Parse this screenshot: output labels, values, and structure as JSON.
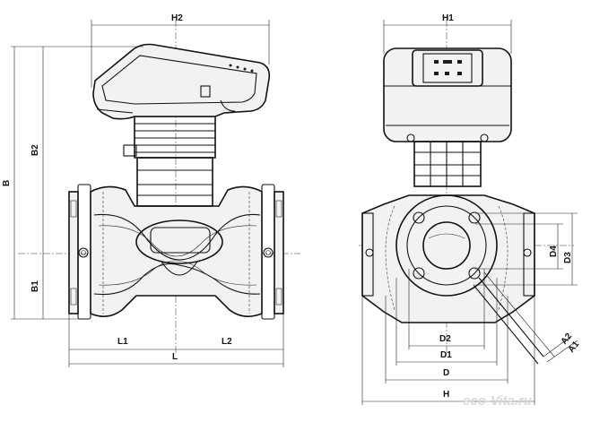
{
  "dimensions": {
    "side_view": {
      "top": "H2",
      "vertical_outer": "B",
      "vertical_upper": "B2",
      "vertical_lower": "B1",
      "bottom_left": "L1",
      "bottom_right": "L2",
      "bottom_total": "L"
    },
    "front_view": {
      "top": "H1",
      "right_outer": "D3",
      "right_inner": "D4",
      "inner_bottom": "D2",
      "mid_bottom": "D1",
      "outer_bottom": "D",
      "total_bottom": "H",
      "angle_outer": "A1",
      "angle_inner": "A2"
    }
  },
  "watermark": "eco-Vita.ru"
}
